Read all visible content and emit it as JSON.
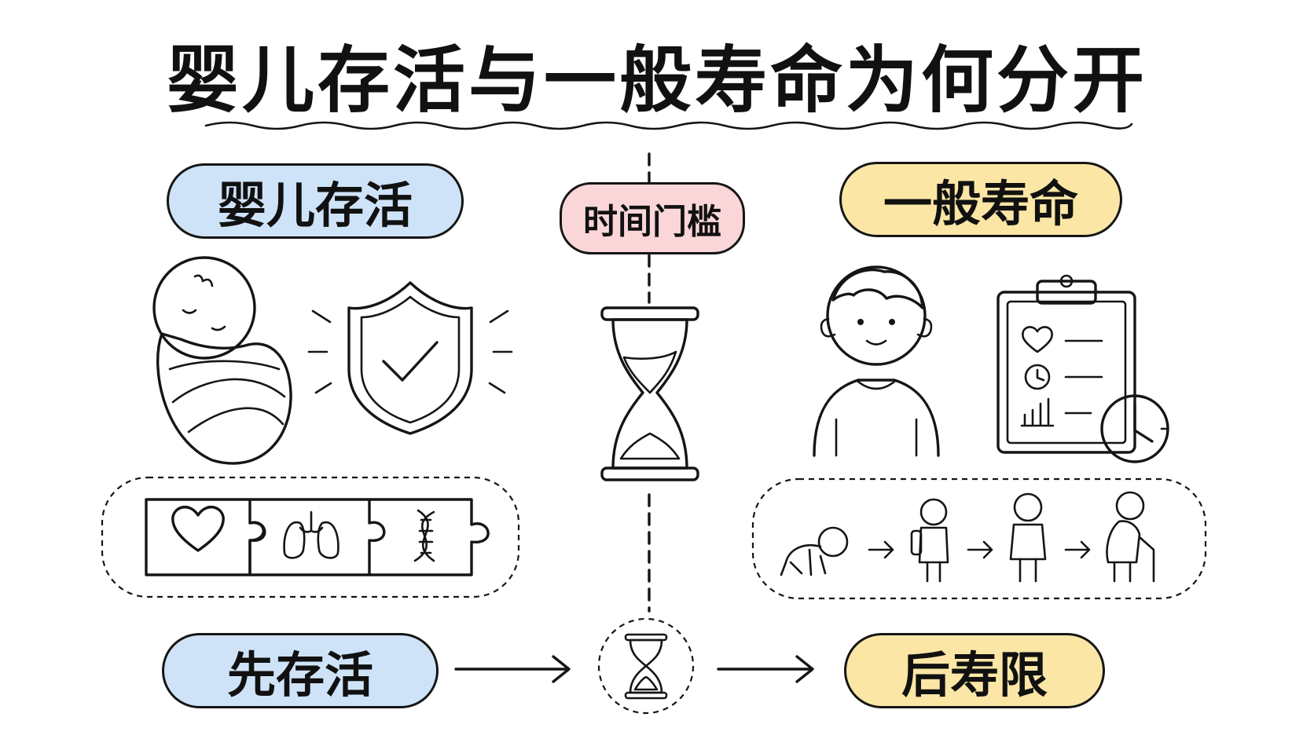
{
  "title": "婴儿存活与一般寿命为何分开",
  "left": {
    "label": "婴儿存活",
    "color": "#cfe3f8"
  },
  "center": {
    "label": "时间门槛",
    "color": "#fad6d8"
  },
  "right": {
    "label": "一般寿命",
    "color": "#fbe6a6"
  },
  "bottom": {
    "left_label": "先存活",
    "right_label": "后寿限"
  },
  "icons": [
    "baby-icon",
    "shield-check-icon",
    "hourglass-icon",
    "child-icon",
    "clipboard-clock-icon",
    "heart-icon",
    "lungs-icon",
    "dna-icon",
    "crawling-baby-icon",
    "schoolchild-icon",
    "adult-icon",
    "elder-with-cane-icon",
    "arrow-right-icon"
  ]
}
